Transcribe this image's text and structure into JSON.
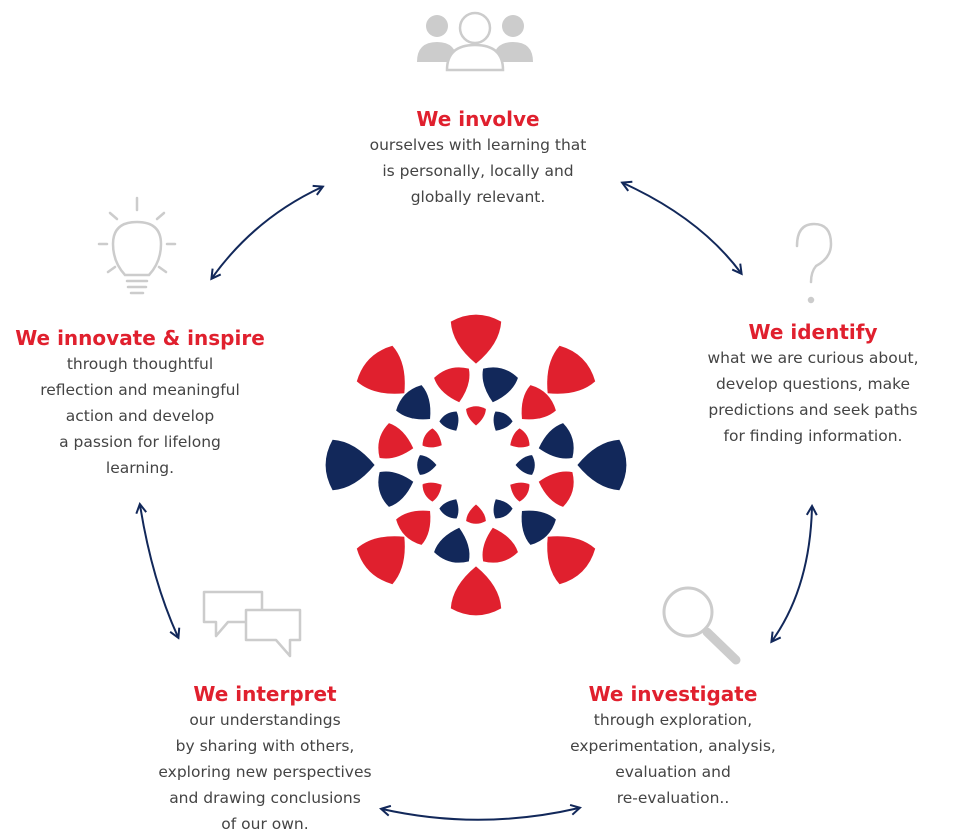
{
  "colors": {
    "accent_red": "#e0202e",
    "navy": "#12285a",
    "body_text": "#444444",
    "icon_grey": "#cccccc"
  },
  "icons": [
    "people-icon",
    "question-mark-icon",
    "magnifier-icon",
    "speech-bubbles-icon",
    "lightbulb-icon",
    "flower-logo"
  ],
  "involve": {
    "title": "We involve",
    "lines": [
      "ourselves with learning that",
      "is personally, locally and",
      "globally relevant."
    ]
  },
  "identify": {
    "title": "We identify",
    "lines": [
      "what we are curious about,",
      "develop questions, make",
      "predictions and seek paths",
      "for finding information."
    ]
  },
  "investigate": {
    "title": "We investigate",
    "lines": [
      "through exploration,",
      "experimentation, analysis,",
      "evaluation and",
      "re-evaluation.."
    ]
  },
  "interpret": {
    "title": "We interpret",
    "lines": [
      "our understandings",
      "by sharing with others,",
      "exploring new perspectives",
      "and drawing conclusions",
      "of our own."
    ]
  },
  "innovate": {
    "title": "We innovate & inspire",
    "lines": [
      "through thoughtful",
      "reflection and meaningful",
      "action and develop",
      "a passion for lifelong",
      "learning."
    ]
  }
}
